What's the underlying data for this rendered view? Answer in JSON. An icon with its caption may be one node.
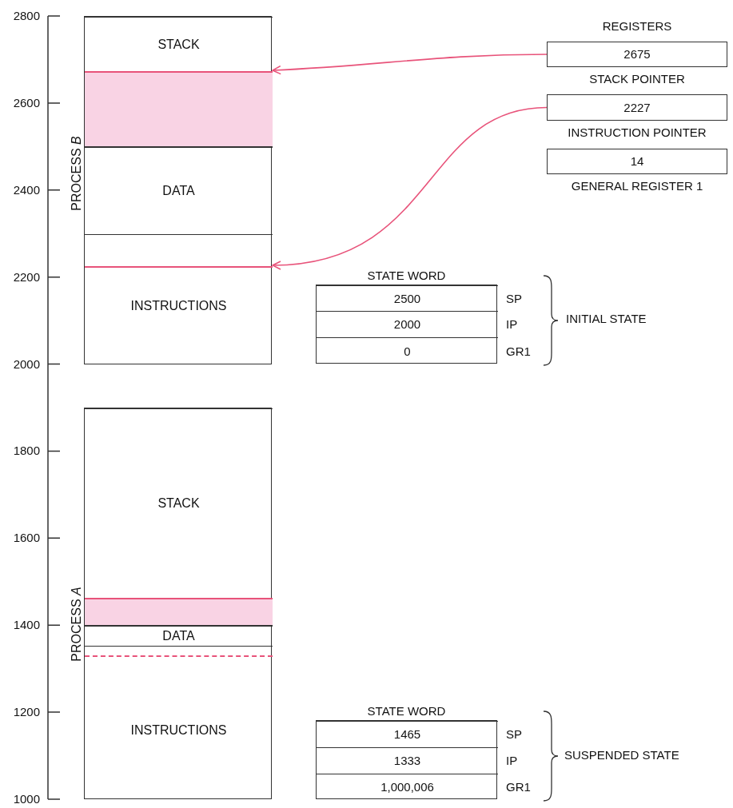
{
  "diagram": {
    "nodes": [
      {
        "text": [
          "PROCESS *B*"
        ]
      },
      {
        "text": [
          "STACK"
        ],
        "in": 0
      },
      {
        "text": [],
        "shape": "bar",
        "in": 0
      },
      {
        "text": [
          "DATA"
        ],
        "in": 0
      },
      {
        "text": [
          "INSTRUCTIONS"
        ],
        "in": 0
      },
      {
        "text": [
          "PROCESS *A*"
        ]
      },
      {
        "text": [
          "STACK"
        ],
        "in": 5
      },
      {
        "text": [],
        "shape": "bar",
        "in": 5
      },
      {
        "text": [
          "DATA"
        ],
        "in": 5
      },
      {
        "text": [
          "INSTRUCTIONS"
        ],
        "in": 5
      },
      {
        "text": [
          "2675"
        ],
        "beside": [
          "STACK POINTER"
        ]
      },
      {
        "text": [
          "2227"
        ],
        "beside": [
          "INSTRUCTION POINTER"
        ]
      },
      {
        "text": [
          "14"
        ],
        "beside": [
          "GENERAL REGISTER 1"
        ]
      },
      {
        "text": [
          "STATE WORD"
        ]
      },
      {
        "text": [
          "2500"
        ],
        "beside": [
          "SP"
        ],
        "in": 13
      },
      {
        "text": [
          "2000"
        ],
        "beside": [
          "IP"
        ],
        "in": 13
      },
      {
        "text": [
          "0"
        ],
        "beside": [
          "GR1"
        ],
        "in": 13
      },
      {
        "text": [
          "STATE WORD"
        ]
      },
      {
        "text": [
          "1465"
        ],
        "beside": [
          "SP"
        ],
        "in": 17
      },
      {
        "text": [
          "1333"
        ],
        "beside": [
          "IP"
        ],
        "in": 17
      },
      {
        "text": [
          "1,000,006"
        ],
        "beside": [
          "GR1"
        ],
        "in": 17
      }
    ],
    "edges": [
      {
        "from": 10,
        "to": 2,
        "arrow": "to",
        "color": "#e8537a"
      },
      {
        "from": 11,
        "to": 4,
        "arrow": "to",
        "color": "#e8537a"
      }
    ],
    "labels": [
      "2800",
      "2600",
      "2400",
      "2200",
      "2000",
      "1800",
      "1600",
      "1400",
      "1200",
      "1000",
      "REGISTERS",
      "INITIAL STATE",
      "SUSPENDED STATE"
    ]
  }
}
